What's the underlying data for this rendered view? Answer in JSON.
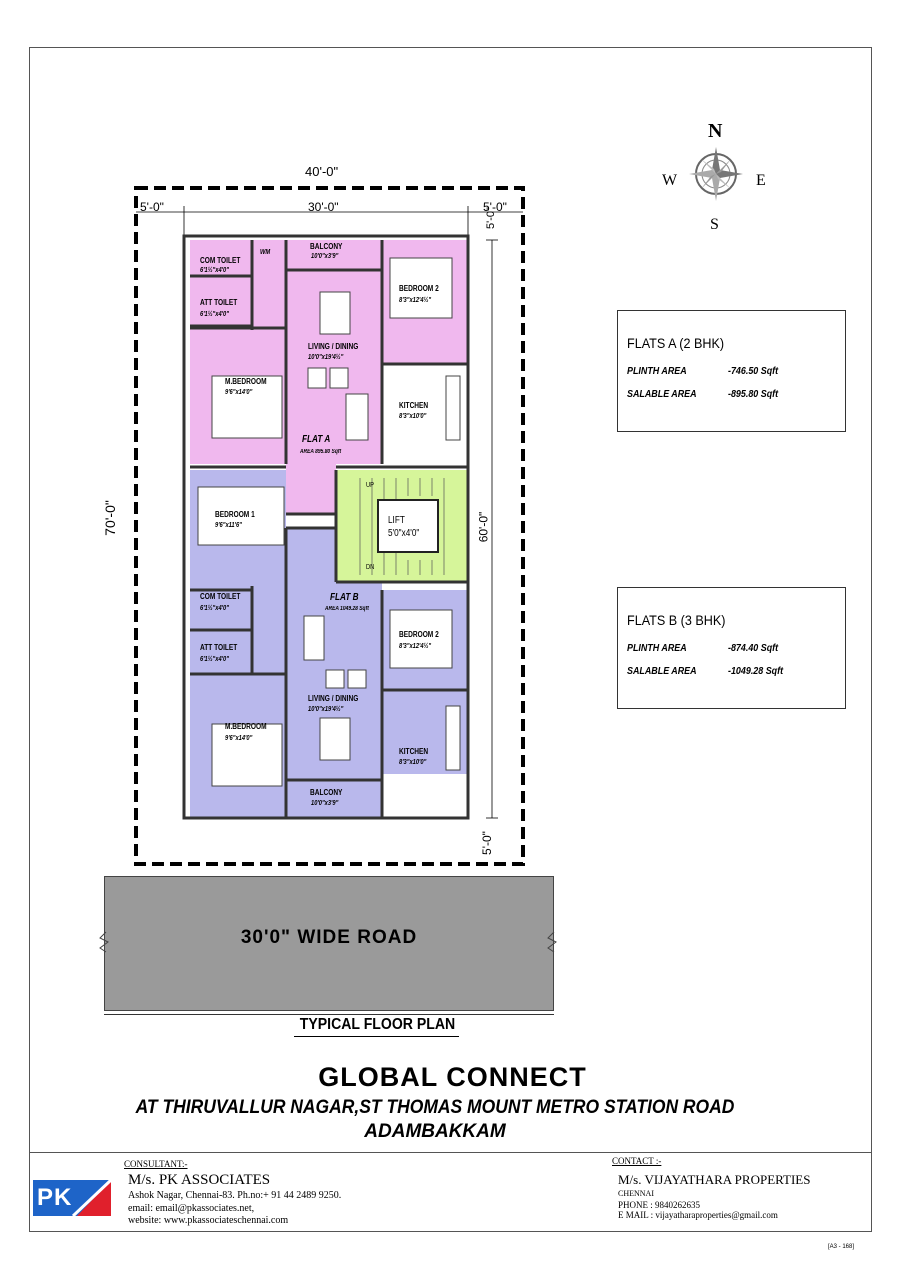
{
  "compass": {
    "n": "N",
    "s": "S",
    "e": "E",
    "w": "W"
  },
  "dimensions": {
    "overall_width": "40'-0\"",
    "left_setback": "5'-0\"",
    "building_width": "30'-0\"",
    "right_setback": "5'-0\"",
    "plot_depth": "70'-0\"",
    "building_depth": "60'-0\"",
    "top_setback": "5'-0\"",
    "bottom_setback": "5'-0\""
  },
  "flat_a": {
    "balcony": "BALCONY",
    "balcony_size": "10'0\"x3'9\"",
    "wm": "WM",
    "com_toilet": "COM TOILET",
    "com_toilet_size": "6'1½\"x4'0\"",
    "att_toilet": "ATT TOILET",
    "att_toilet_size": "6'1½\"x4'0\"",
    "bedroom2": "BEDROOM 2",
    "bedroom2_size": "8'3\"x12'4½\"",
    "living": "LIVING / DINING",
    "living_size": "10'0\"x19'4½\"",
    "mbedroom": "M.BEDROOM",
    "mbedroom_size": "9'6\"x14'0\"",
    "kitchen": "KITCHEN",
    "kitchen_size": "8'3\"x10'0\"",
    "flat_label": "FLAT A",
    "area_label": "AREA 895.80 Sqft"
  },
  "core": {
    "up": "UP",
    "dn": "DN",
    "lift": "LIFT",
    "lift_size": "5'0\"x4'0\""
  },
  "flat_b": {
    "bedroom1": "BEDROOM 1",
    "bedroom1_size": "9'6\"x11'6\"",
    "com_toilet": "COM TOILET",
    "com_toilet_size": "6'1½\"x4'0\"",
    "att_toilet": "ATT TOILET",
    "att_toilet_size": "6'1½\"x4'0\"",
    "flat_label": "FLAT B",
    "area_label": "AREA 1049.28 Sqft",
    "bedroom2": "BEDROOM 2",
    "bedroom2_size": "8'3\"x12'4½\"",
    "living": "LIVING / DINING",
    "living_size": "10'0\"x19'4½\"",
    "mbedroom": "M.BEDROOM",
    "mbedroom_size": "9'6\"x14'0\"",
    "kitchen": "KITCHEN",
    "kitchen_size": "8'3\"x10'0\"",
    "balcony": "BALCONY",
    "balcony_size": "10'0\"x3'9\""
  },
  "road": "30'0\" WIDE ROAD",
  "plan_title": "TYPICAL FLOOR PLAN",
  "info_a": {
    "title": "FLATS    A   (2 BHK)",
    "plinth_label": "PLINTH AREA",
    "plinth_value": "-746.50 Sqft",
    "salable_label": "SALABLE AREA",
    "salable_value": "-895.80 Sqft"
  },
  "info_b": {
    "title": "FLATS    B   (3 BHK)",
    "plinth_label": "PLINTH AREA",
    "plinth_value": "-874.40 Sqft",
    "salable_label": "SALABLE AREA",
    "salable_value": "-1049.28 Sqft"
  },
  "project": {
    "name": "GLOBAL CONNECT",
    "location_line1": "AT THIRUVALLUR NAGAR,ST THOMAS MOUNT METRO STATION ROAD",
    "location_line2": "ADAMBAKKAM"
  },
  "consultant": {
    "heading": "CONSULTANT:-",
    "logo_text": "PK",
    "name": "M/s. PK ASSOCIATES",
    "address": "Ashok Nagar, Chennai-83. Ph.no:+ 91 44 2489 9250.",
    "email": "email: email@pkassociates.net,",
    "website": "website: www.pkassociateschennai.com"
  },
  "contact": {
    "heading": "CONTACT :-",
    "name": "M/s. VIJAYATHARA PROPERTIES",
    "city": "CHENNAI",
    "phone": "PHONE : 9840262635",
    "email": "E MAIL : vijayatharaproperties@gmail.com"
  },
  "sheet_code": "[A3 - 168]",
  "colors": {
    "flat_a": "#f0b8ee",
    "flat_b": "#b9b8ec",
    "core": "#d6f59a",
    "road": "#9a9a9a",
    "logo_blue": "#1e64c8",
    "logo_red": "#e0202c"
  }
}
